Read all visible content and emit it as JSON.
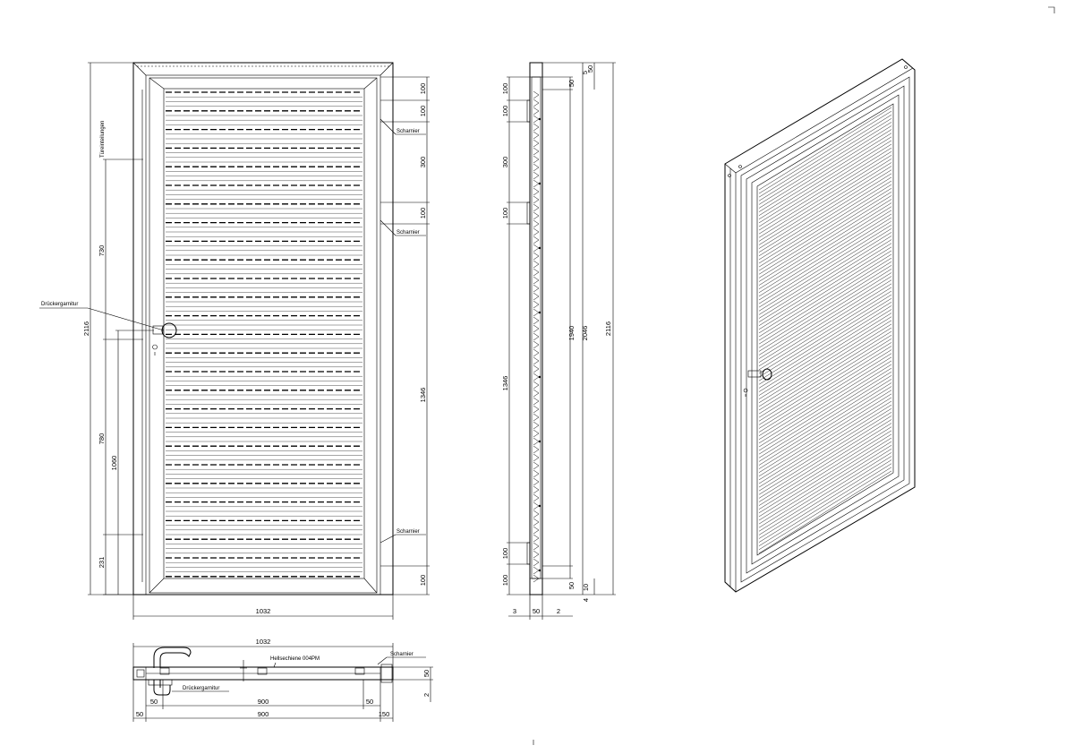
{
  "front_view": {
    "labels": {
      "tuerteilungen": "Türeinteilungen",
      "drueckergarnitur": "Drückergarnitur",
      "scharnier_1": "Scharnier",
      "scharnier_2": "Scharnier",
      "scharnier_3": "Scharnier"
    },
    "dims": {
      "total_height": "2116",
      "upper_section": "730",
      "lower_section": "780",
      "handle_height": "1060",
      "bottom_section": "231",
      "width": "1032",
      "right_100_a": "100",
      "right_100_b": "100",
      "right_300": "300",
      "right_100_c": "100",
      "right_1346": "1346",
      "right_100_d": "100"
    }
  },
  "side_view": {
    "dims": {
      "left_100_a": "100",
      "left_100_b": "100",
      "left_300": "300",
      "left_100_c": "100",
      "left_1346": "1346",
      "left_100_d": "100",
      "left_100_e": "100",
      "right_50_top": "50",
      "right_1940": "1940",
      "right_50_bottom": "50",
      "right_2046": "2046",
      "right_5": "5",
      "right_50_top_b": "50",
      "right_10": "10",
      "right_4": "4",
      "right_2116": "2116",
      "bottom_3": "3",
      "bottom_50": "50",
      "bottom_2": "2"
    }
  },
  "section_view": {
    "labels": {
      "hellsechiene": "Hellsechiene 004PM",
      "scharnier": "Scharnier",
      "drueckergarnitur": "Drückergarnitur"
    },
    "dims": {
      "top_1032": "1032",
      "right_50": "50",
      "right_2": "2",
      "inner_50_left": "50",
      "inner_900": "900",
      "inner_50_right": "50",
      "bottom_50": "50",
      "bottom_900": "900",
      "bottom_150": "150"
    }
  }
}
